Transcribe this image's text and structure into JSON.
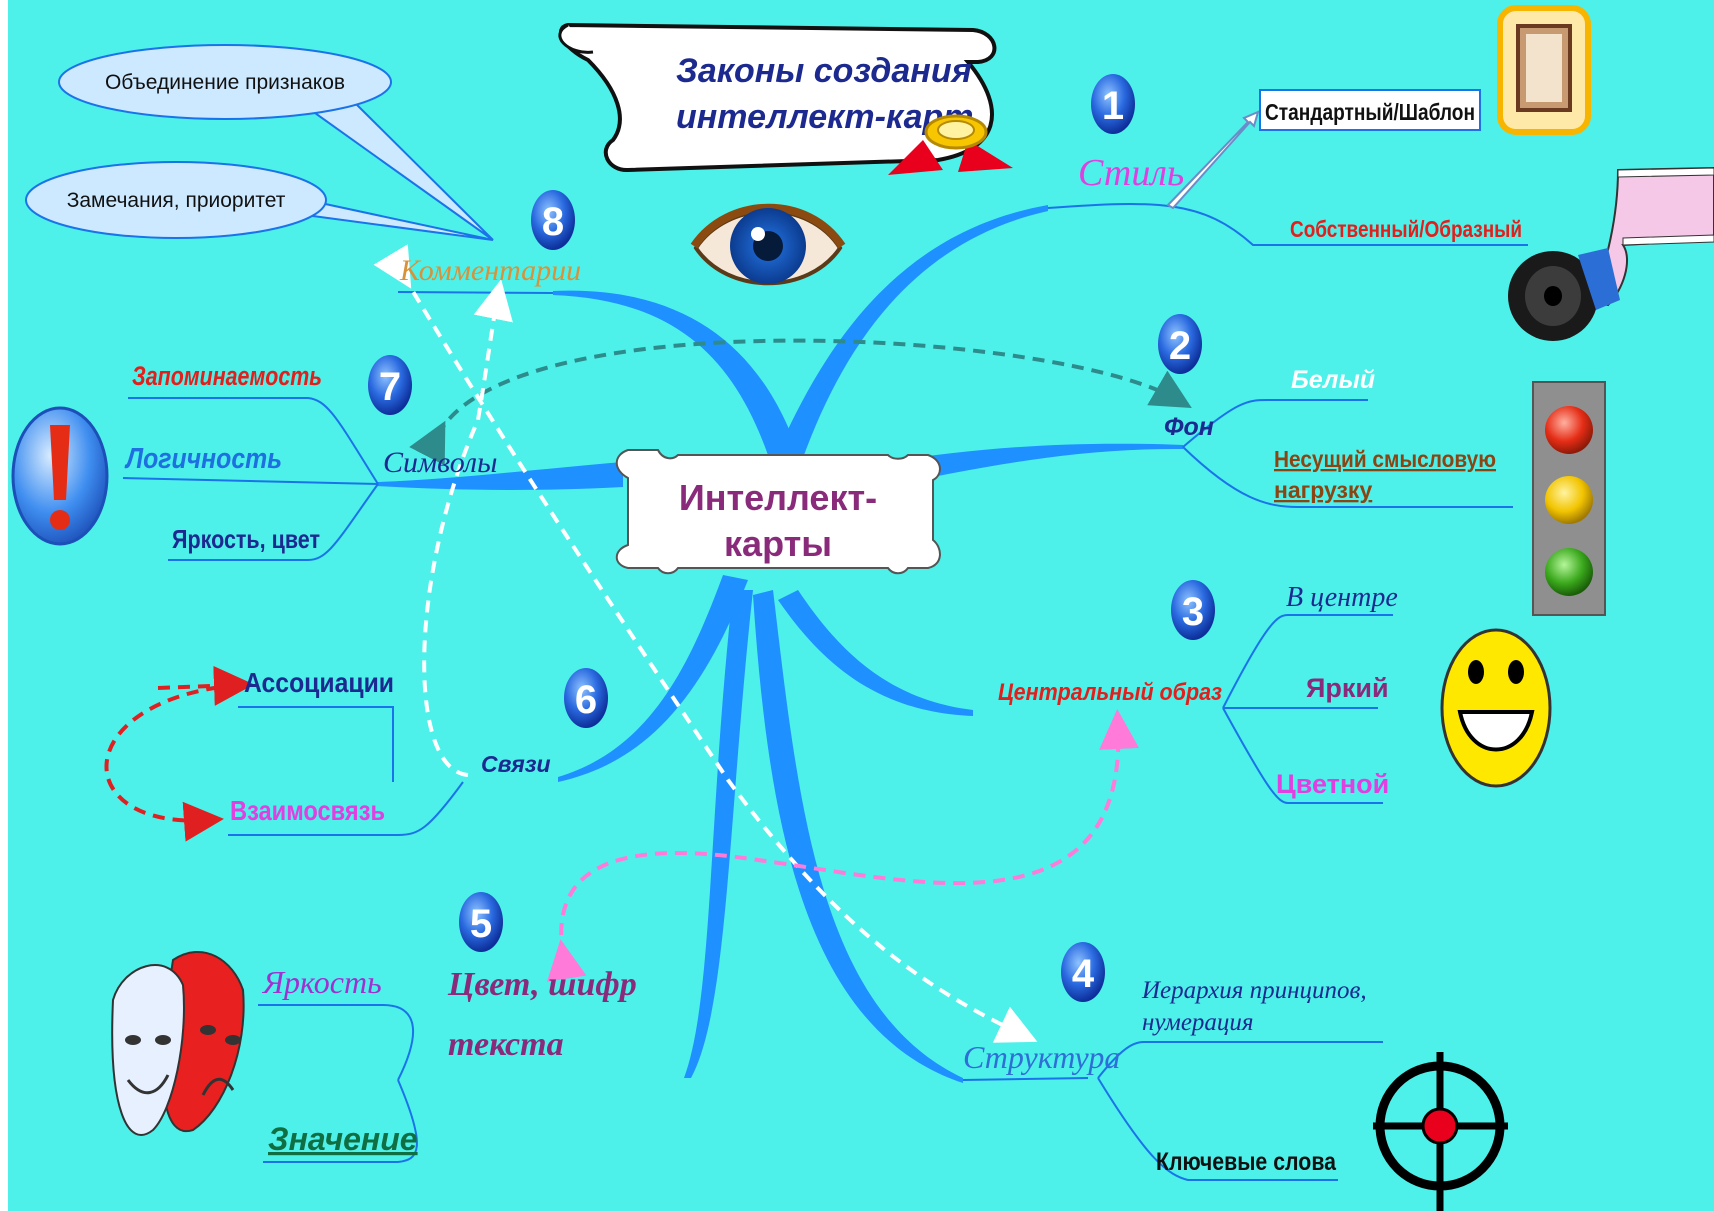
{
  "title": "Законы создания интеллект-карт",
  "title_lines": [
    "Законы создания",
    "интеллект-карт"
  ],
  "center_lines": [
    "Интеллект-",
    "карты"
  ],
  "colors": {
    "background": "#4ef0ea",
    "branch": "#1e90ff",
    "line": "#1a73e8"
  },
  "numbers": [
    "1",
    "2",
    "3",
    "4",
    "5",
    "6",
    "7",
    "8"
  ],
  "branches": {
    "style": {
      "label": "Стиль",
      "items": [
        "Стандартный/Шаблон",
        "Собственный/Образный"
      ]
    },
    "background": {
      "label": "Фон",
      "items": [
        "Белый",
        "Несущий смысловую",
        "нагрузку"
      ]
    },
    "central_image": {
      "label": "Центральный образ",
      "items": [
        "В центре",
        "Яркий",
        "Цветной"
      ]
    },
    "structure": {
      "label": "Структура",
      "items": [
        "Иерархия принципов,",
        "нумерация",
        "Ключевые слова"
      ]
    },
    "text_color": {
      "label_lines": [
        "Цвет, шифр",
        "текста"
      ],
      "items": [
        "Яркость",
        "Значение"
      ]
    },
    "links": {
      "label": "Связи",
      "items": [
        "Ассоциации",
        "Взаимосвязь"
      ]
    },
    "symbols": {
      "label": "Символы",
      "items": [
        "Запоминаемость",
        "Логичность",
        "Яркость, цвет"
      ]
    },
    "comments": {
      "label": "Комментарии",
      "callouts": [
        "Объединение признаков",
        "Замечания, приоритет"
      ]
    }
  },
  "icons": [
    "eye-icon",
    "frame-icon",
    "film-roll-icon",
    "traffic-light-icon",
    "smiley-icon",
    "exclamation-icon",
    "theater-masks-icon",
    "target-icon",
    "rosette-icon",
    "scroll-banner"
  ]
}
